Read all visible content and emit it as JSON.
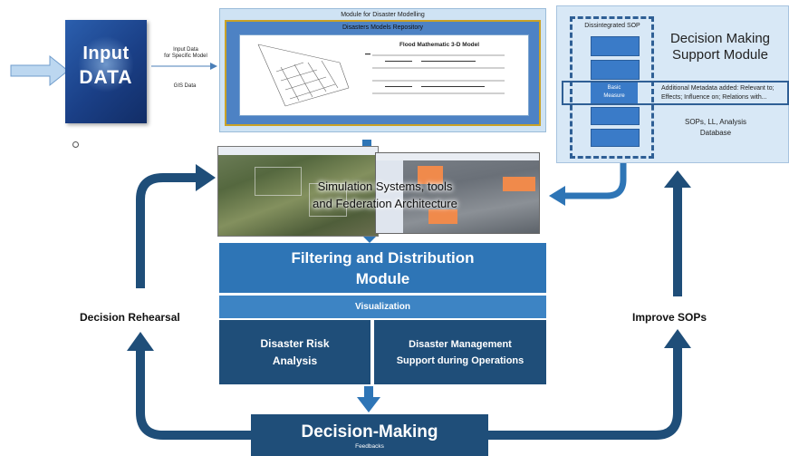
{
  "input_module": {
    "book_line1": "Input",
    "book_line2": "DATA",
    "input_label_1": "Input Data",
    "input_label_2": "for Specific Model",
    "gis_label": "GIS Data"
  },
  "modelling_module": {
    "title": "Module for Disaster Modelling",
    "repository_title": "Disasters Models Repository",
    "model_title": "Flood Mathematic 3-D Model"
  },
  "decision_support": {
    "title_line1": "Decision Making",
    "title_line2": "Support Module",
    "disintegrated_label": "Dissintegrated SOP",
    "basic_measure_line1": "Basic",
    "basic_measure_line2": "Measure",
    "metadata_line1": "Additional Metadata added: Relevant to;",
    "metadata_line2": "Effects; Influence on; Relations with...",
    "database_line1": "SOPs, LL, Analysis",
    "database_line2": "Database"
  },
  "simulation": {
    "line1": "Simulation Systems, tools",
    "line2": "and Federation Architecture"
  },
  "filtering": {
    "line1": "Filtering and Distribution",
    "line2": "Module",
    "visualization": "Visualization"
  },
  "risk_analysis": {
    "line1": "Disaster Risk",
    "line2": "Analysis"
  },
  "management_support": {
    "line1": "Disaster Management",
    "line2": "Support during Operations"
  },
  "decision_making": {
    "title": "Decision-Making",
    "feedback": "Feedbacks"
  },
  "side_labels": {
    "left": "Decision Rehearsal",
    "right": "Improve SOPs"
  },
  "colors": {
    "arrow_dark": "#1f4e79",
    "module_blue": "#2e75b6",
    "dark_blue": "#1f4e79",
    "light_panel": "#cfe3f4"
  }
}
